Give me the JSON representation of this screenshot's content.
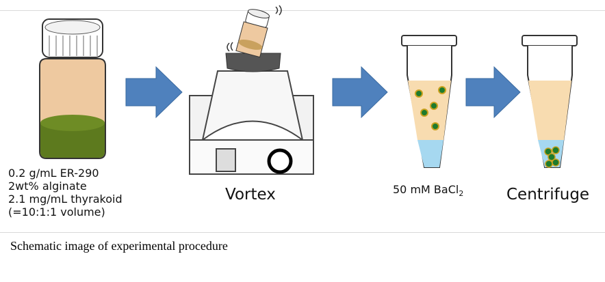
{
  "labels": {
    "mixture": [
      "0.2 g/mL ER-290",
      "2wt% alginate",
      "2.1 mg/mL thyrakoid",
      "(=10:1:1 volume)"
    ],
    "vortex": "Vortex",
    "bacl2": "50 mM BaCl",
    "bacl2_sub": "2",
    "centrifuge": "Centrifuge"
  },
  "caption": "Schematic image of experimental procedure",
  "colors": {
    "arrow": "#4f81bd",
    "liquid": "#f8dcb0",
    "bead": "#1e7b2d",
    "green_layer": "#5d7a1e",
    "blue": "#a6d8f0"
  }
}
